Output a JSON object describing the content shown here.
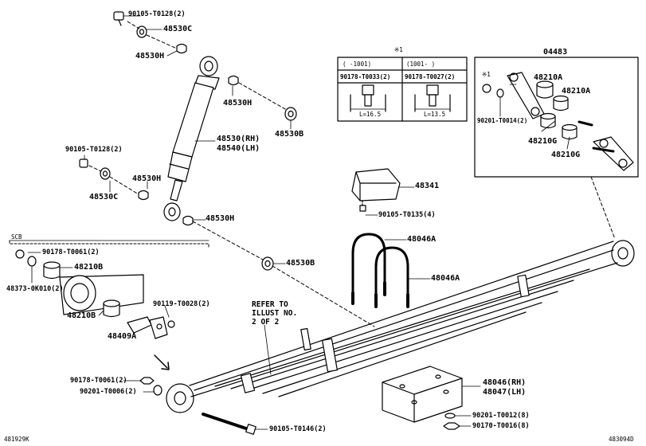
{
  "labels": {
    "p90105_t0128_top": "90105-T0128(2)",
    "p48530c_top": "48530C",
    "p48530h_a": "48530H",
    "p48530h_b": "48530H",
    "p48530b_right": "48530B",
    "p48530_rh": "48530(RH)",
    "p48540_lh": "48540(LH)",
    "p90105_t0128_mid": "90105-T0128(2)",
    "p48530h_c": "48530H",
    "p48530c_mid": "48530C",
    "p48530h_d": "48530H",
    "p48530b_mid": "48530B",
    "p48341": "48341",
    "p90105_t0135": "90105-T0135(4)",
    "p48046a_1": "48046A",
    "p48046a_2": "48046A",
    "refer_note": "REFER TO\nILLUST NO.\n2 OF 2",
    "scb": "SCB",
    "p90178_t0061_left": "90178-T0061(2)",
    "p48210b_a": "48210B",
    "p48373_0k010": "48373-0K010(2)",
    "p48210b_b": "48210B",
    "p90119_t0028": "90119-T0028(2)",
    "p48409a": "48409A",
    "p90178_t0061_bottom": "90178-T0061(2)",
    "p90201_t0006": "90201-T0006(2)",
    "p90105_t0146": "90105-T0146(2)",
    "p48046_rh": "48046(RH)",
    "p48047_lh": "48047(LH)",
    "p90201_t0012": "90201-T0012(8)",
    "p90170_t0016": "90170-T0016(8)",
    "code_left": "481929K",
    "code_right": "483094D",
    "kit_04483": "04483",
    "kit_note_mark": "※1",
    "kit_48210a_1": "48210A",
    "kit_48210a_2": "48210A",
    "kit_90201_t0014": "90201-T0014(2)",
    "kit_48210g_1": "48210G",
    "kit_48210g_2": "48210G",
    "note1_mark": "※1",
    "note1_col1_header": "(   -1001)",
    "note1_col2_header": "(1001-   )",
    "note1_col1_part": "90178-T0033(2)",
    "note1_col2_part": "90178-T0027(2)",
    "note1_col1_length": "L=16.5",
    "note1_col2_length": "L=13.5"
  }
}
